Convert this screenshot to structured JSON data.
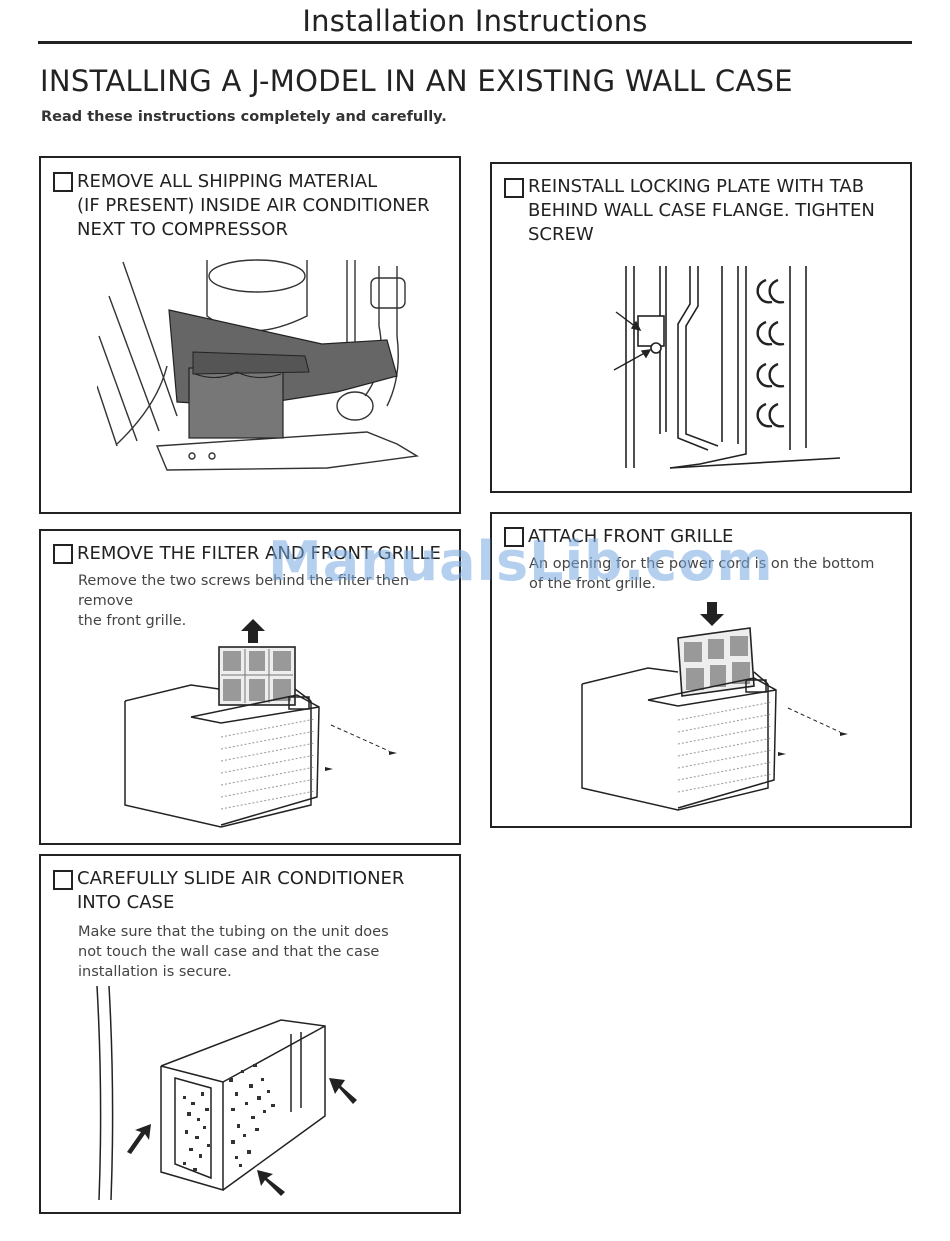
{
  "header": {
    "title": "Installation Instructions"
  },
  "section": {
    "title": "INSTALLING A J-MODEL IN AN EXISTING WALL CASE",
    "intro": "Read these instructions completely and carefully."
  },
  "steps": [
    {
      "title_lines": [
        "REMOVE ALL SHIPPING MATERIAL",
        "(IF PRESENT) INSIDE AIR CONDITIONER",
        "NEXT TO COMPRESSOR"
      ]
    },
    {
      "title_lines": [
        "REINSTALL LOCKING PLATE WITH TAB",
        "BEHIND WALL CASE FLANGE. TIGHTEN",
        "SCREW"
      ]
    },
    {
      "title_lines": [
        "REMOVE THE FILTER AND FRONT GRILLE"
      ],
      "desc_lines": [
        "Remove the two screws behind the filter then remove",
        "the front grille."
      ]
    },
    {
      "title_lines": [
        "ATTACH FRONT GRILLE"
      ],
      "desc_lines": [
        "An opening for the power cord is on the bottom",
        "of the front grille."
      ]
    },
    {
      "title_lines": [
        "CAREFULLY SLIDE AIR CONDITIONER",
        "INTO CASE"
      ],
      "desc_lines": [
        "Make sure that the tubing on the unit does",
        "not touch the wall case and that the case",
        "installation is secure."
      ]
    }
  ],
  "watermark": "ManualsLib.com"
}
